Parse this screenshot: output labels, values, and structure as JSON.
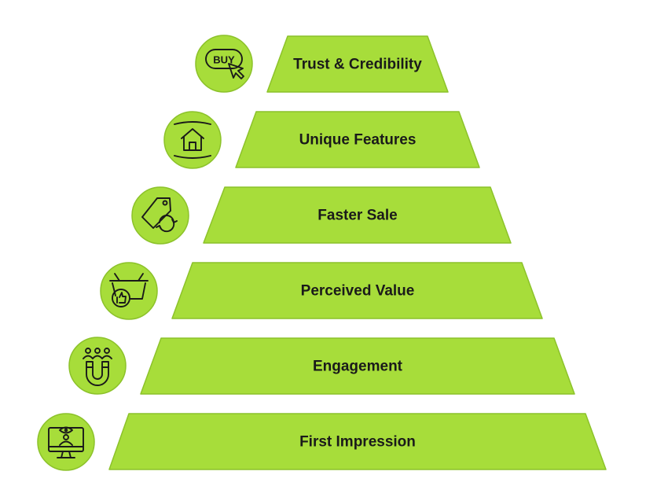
{
  "pyramid": {
    "tiers": [
      {
        "label": "Trust & Credibility",
        "icon": "buy-click-icon"
      },
      {
        "label": "Unique Features",
        "icon": "house-icon"
      },
      {
        "label": "Faster Sale",
        "icon": "price-tag-refresh-icon"
      },
      {
        "label": "Perceived Value",
        "icon": "basket-thumbs-up-icon"
      },
      {
        "label": "Engagement",
        "icon": "magnet-people-icon"
      },
      {
        "label": "First Impression",
        "icon": "monitor-user-icon"
      }
    ],
    "icon_text": {
      "buy": "BUY"
    },
    "colors": {
      "tier_fill": "#a7dd3a",
      "tier_stroke": "#8cc22a",
      "text": "#1a1a1a"
    }
  }
}
